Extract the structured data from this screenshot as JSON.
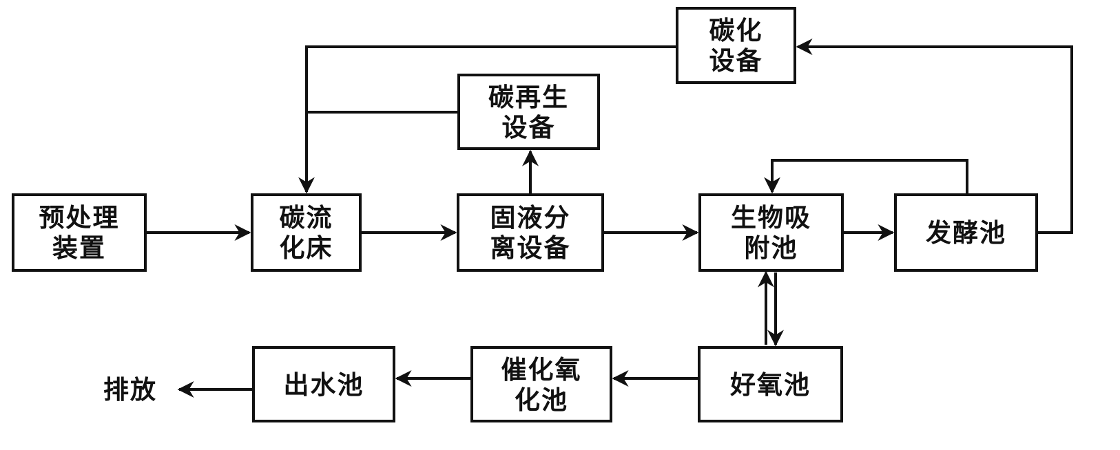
{
  "nodes": {
    "pretreat": "预处理\n装置",
    "carbon_bed": "碳流\n化床",
    "solid_liquid": "固液分\n离设备",
    "bio_adsorb": "生物吸\n附池",
    "ferment": "发酵池",
    "carbon_regen": "碳再生\n设备",
    "carbonize": "碳化\n设备",
    "aerobic": "好氧池",
    "catalytic": "催化氧\n化池",
    "outlet": "出水池"
  },
  "discharge_label": "排放",
  "colors": {
    "line": "#111111",
    "background": "#ffffff"
  }
}
